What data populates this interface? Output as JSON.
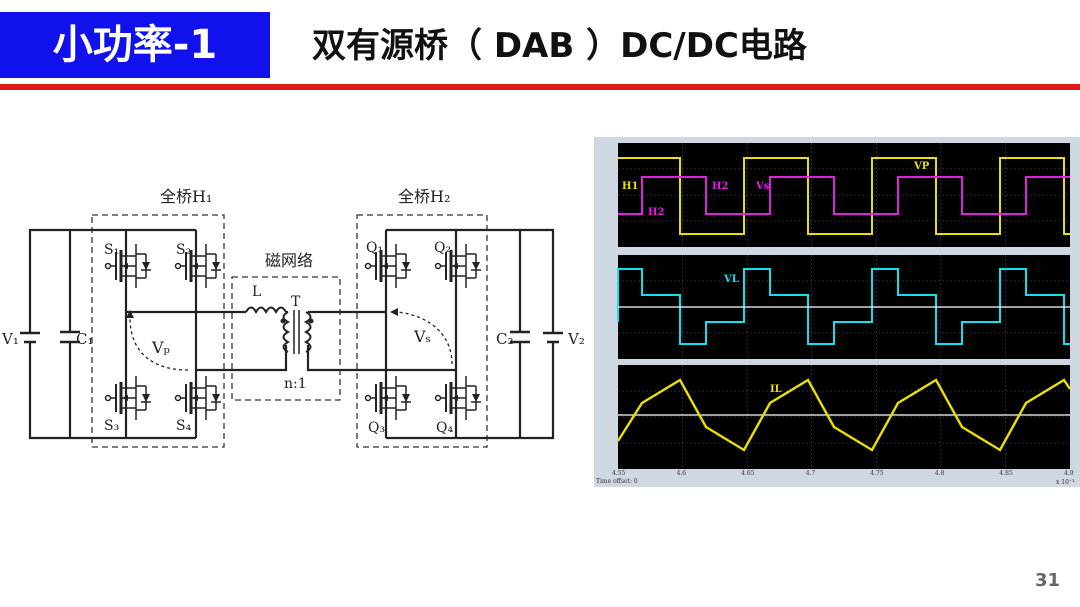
{
  "header": {
    "badge": "小功率-1",
    "title": "双有源桥（ DAB ）DC/DC电路"
  },
  "circuit": {
    "bridge1_label": "全桥H₁",
    "bridge2_label": "全桥H₂",
    "magnetic_label": "磁网络",
    "inductor_label": "L",
    "transformer_label": "T",
    "ratio_label": "n:1",
    "v1": "V₁",
    "c1": "C₁",
    "v2": "V₂",
    "c2": "C₂",
    "vp": "Vₚ",
    "vs": "Vₛ",
    "s1": "S₁",
    "s2": "S₂",
    "s3": "S₃",
    "s4": "S₄",
    "q1": "Q₁",
    "q2": "Q₂",
    "q3": "Q₃",
    "q4": "Q₄"
  },
  "scope": {
    "labels": {
      "vp": "VP",
      "h1": "H1",
      "h2a": "H2",
      "h2b": "H2",
      "vs": "Vs",
      "vl": "VL",
      "il": "IL"
    },
    "colors": {
      "yellow": "#e8e000",
      "magenta": "#e020e0",
      "cyan": "#10e0f0",
      "background": "#000000"
    },
    "x_ticks": [
      "4.55",
      "4.6",
      "4.65",
      "4.7",
      "4.75",
      "4.8",
      "4.85",
      "4.9"
    ],
    "time_offset": "Time offset: 0",
    "x_scale": "x 10⁻³"
  },
  "footer": {
    "page_number": "31"
  }
}
